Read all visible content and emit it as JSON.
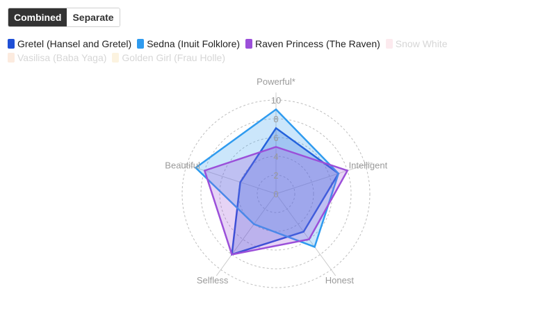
{
  "toggle": {
    "combined_label": "Combined",
    "separate_label": "Separate",
    "active": "combined"
  },
  "chart_data": {
    "type": "radar",
    "axes": [
      "Powerful*",
      "Intelligent",
      "Honest",
      "Selfless",
      "Beautiful"
    ],
    "rlim": [
      0,
      10
    ],
    "ticks": [
      0,
      2,
      4,
      6,
      8,
      10
    ],
    "grid": "dashed-circles",
    "legend_position": "top-left",
    "series": [
      {
        "name": "Gretel (Hansel and Gretel)",
        "color": "#1f4fd6",
        "visible": true,
        "values": [
          7,
          7,
          5,
          8,
          4
        ]
      },
      {
        "name": "Sedna (Inuit Folklore)",
        "color": "#2f9bef",
        "visible": true,
        "values": [
          9,
          7,
          7,
          4,
          9
        ]
      },
      {
        "name": "Raven Princess (The Raven)",
        "color": "#9b4fd9",
        "visible": true,
        "values": [
          5,
          8,
          6,
          8,
          8
        ]
      },
      {
        "name": "Snow White",
        "color": "#f6c3cf",
        "visible": false,
        "values": []
      },
      {
        "name": "Vasilisa (Baba Yaga)",
        "color": "#f7c6a4",
        "visible": false,
        "values": []
      },
      {
        "name": "Golden Girl (Frau Holle)",
        "color": "#f6dca6",
        "visible": false,
        "values": []
      }
    ]
  }
}
